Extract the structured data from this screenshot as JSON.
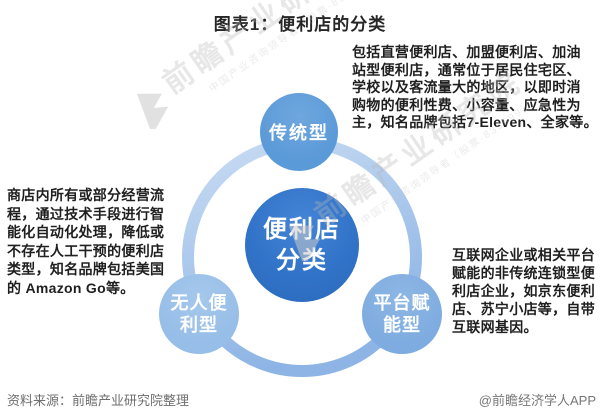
{
  "title": "图表1：便利店的分类",
  "diagram": {
    "center": {
      "label": "便利店\n分类"
    },
    "nodes": {
      "traditional": {
        "label": "传统型"
      },
      "unmanned": {
        "label": "无人便\n利型"
      },
      "platform": {
        "label": "平台赋\n能型"
      }
    },
    "descriptions": {
      "traditional": {
        "lines": [
          "包括直营便利店、加盟便利店、加油",
          "站型便利店，通常位于居民住宅区、",
          "学校以及客流量大的地区，以即时消",
          "购物的便利性费、小容量、应急性为",
          "主，知名品牌包括7-Eleven、全家等。"
        ]
      },
      "unmanned": {
        "lines": [
          "商店内所有或部分经营流",
          "程，通过技术手段进行智",
          "能化自动化处理，降低或",
          "不存在人工干预的便利店",
          "类型，知名品牌包括美国",
          "的 Amazon Go等。"
        ]
      },
      "platform": {
        "lines": [
          "互联网企业或相关平台",
          "赋能的非传统连锁型便",
          "利店企业，如京东便利",
          "店、苏宁小店等，自带",
          "互联网基因。"
        ]
      }
    }
  },
  "watermark": {
    "text": "前瞻产业研究院",
    "subtext": "中国产业咨询领导者（股票·839599）"
  },
  "footer": {
    "source": "资料来源：前瞻产业研究院整理",
    "credit": "@前瞻经济学人APP"
  },
  "colors": {
    "center_circle": "#3173c8",
    "node_traditional": "#5b9ad8",
    "node_unmanned": "#97bee8",
    "node_platform": "#7face0",
    "ring_light": "#c9dcf3",
    "ring_dark": "#8db4e5",
    "body_text": "#1f1f1f",
    "footer_text": "#6e6e6e",
    "watermark_gray": "#c9c9c9"
  }
}
